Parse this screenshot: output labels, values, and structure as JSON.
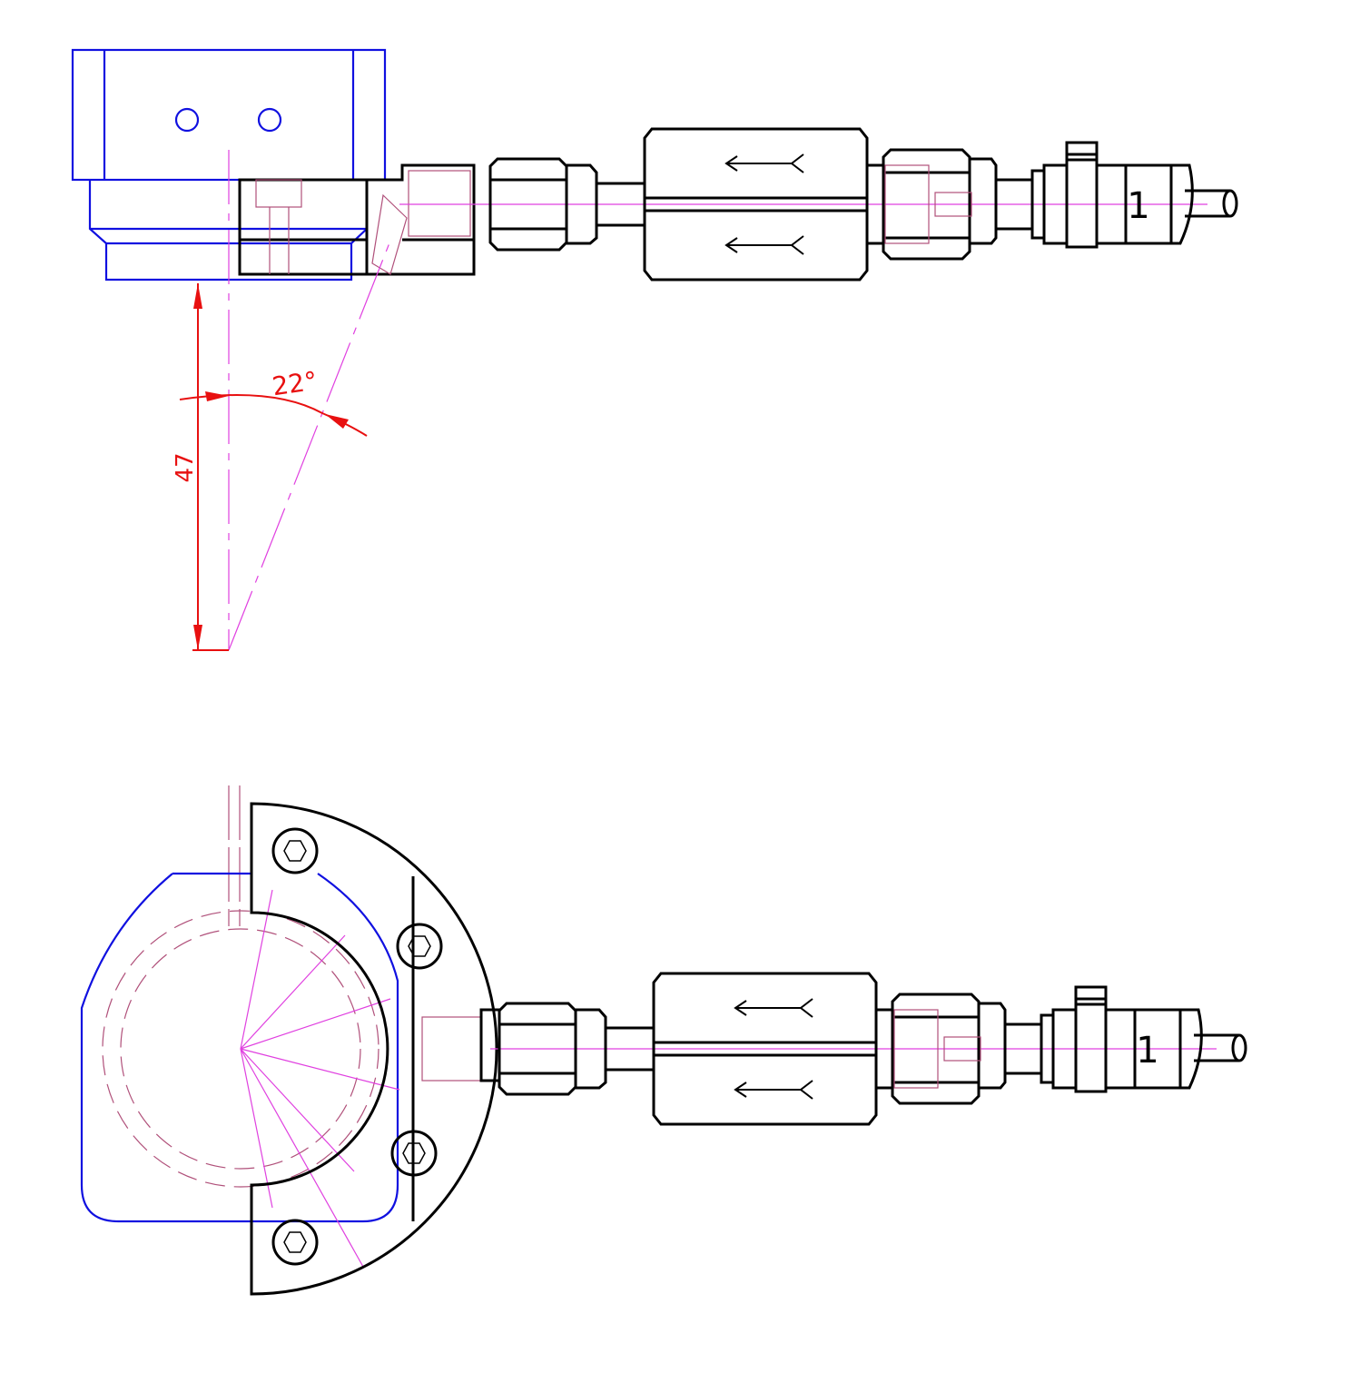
{
  "drawing": {
    "angle_label": "22°",
    "height_label": "47",
    "connector_label": "1",
    "colors": {
      "outline": "#000000",
      "mount": "#1010e0",
      "dimension": "#e81010",
      "centerline": "#e040e0"
    }
  }
}
